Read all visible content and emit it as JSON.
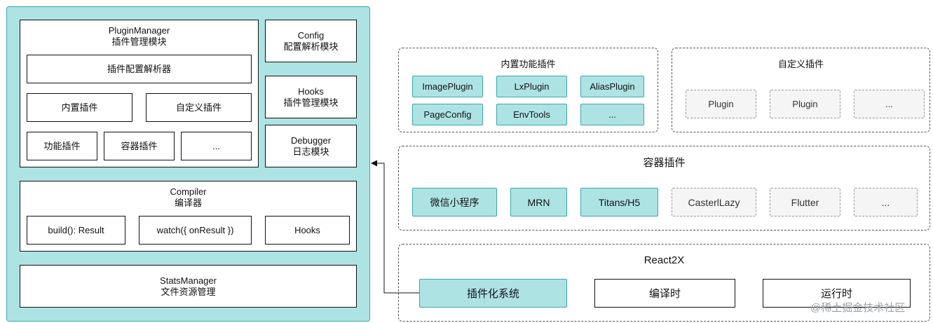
{
  "left": {
    "plugin_manager": {
      "title": "PluginManager",
      "subtitle": "插件管理模块"
    },
    "plugin_config_parser": "插件配置解析器",
    "builtin_plugins": "内置插件",
    "custom_plugins": "自定义插件",
    "feature_plugins": "功能插件",
    "container_plugins": "容器插件",
    "more": "...",
    "config": {
      "title": "Config",
      "subtitle": "配置解析模块"
    },
    "hooks": {
      "title": "Hooks",
      "subtitle": "插件管理模块"
    },
    "debugger": {
      "title": "Debugger",
      "subtitle": "日志模块"
    },
    "compiler": {
      "title": "Compiler",
      "subtitle": "编译器"
    },
    "compiler_items": [
      "build(): Result",
      "watch({ onResult })",
      "Hooks"
    ],
    "stats_manager": {
      "title": "StatsManager",
      "subtitle": "文件资源管理"
    }
  },
  "builtin_group": {
    "title": "内置功能插件",
    "items": [
      "ImagePlugin",
      "LxPlugin",
      "AliasPlugin",
      "PageConfig",
      "EnvTools",
      "..."
    ]
  },
  "custom_group": {
    "title": "自定义插件",
    "items": [
      "Plugin",
      "Plugin",
      "..."
    ]
  },
  "container_group": {
    "title": "容器插件",
    "items": [
      "微信小程序",
      "MRN",
      "Titans/H5",
      "CasterlLazy",
      "Flutter",
      "..."
    ]
  },
  "react2x_group": {
    "title": "React2X",
    "items": [
      "插件化系统",
      "编译时",
      "运行时"
    ]
  },
  "watermark": "@稀土掘金技术社区",
  "colors": {
    "teal_fill": "#aee3e4",
    "teal_border": "#3aa7ab",
    "grey_fill": "#f5f5f5"
  }
}
